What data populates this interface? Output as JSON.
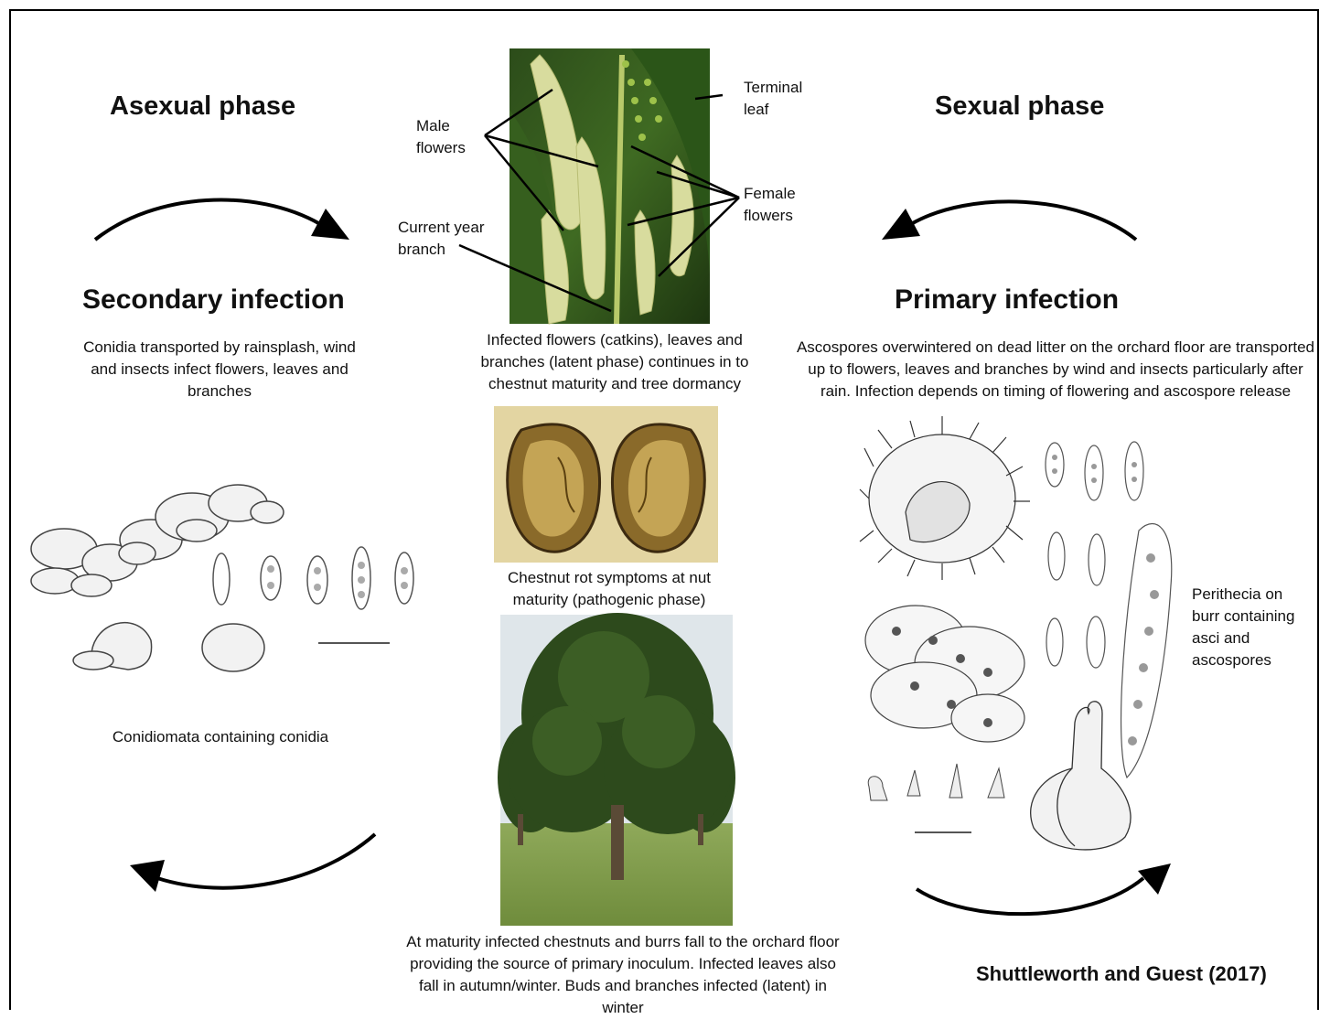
{
  "phases": {
    "asexual": "Asexual phase",
    "sexual": "Sexual phase"
  },
  "infections": {
    "secondary": {
      "title": "Secondary infection",
      "description": "Conidia transported by rainsplash, wind and insects infect flowers, leaves and branches"
    },
    "primary": {
      "title": "Primary infection",
      "description": "Ascospores overwintered on dead litter on the orchard floor are transported up to flowers, leaves and branches by wind and insects particularly after rain. Infection depends on timing of flowering and ascospore release"
    }
  },
  "flower_photo": {
    "labels": {
      "male": "Male flowers",
      "terminal": "Terminal leaf",
      "female": "Female flowers",
      "branch": "Current year branch"
    },
    "caption": "Infected flowers (catkins), leaves and branches (latent phase) continues in to chestnut maturity and tree dormancy"
  },
  "nut_photo": {
    "caption": "Chestnut rot symptoms at nut maturity (pathogenic phase)"
  },
  "tree_photo": {
    "caption": "At maturity infected chestnuts and burrs fall to the orchard floor providing the source of primary inoculum. Infected leaves also fall in autumn/winter. Buds and branches infected (latent) in winter"
  },
  "conidiomata": {
    "caption": "Conidiomata containing conidia"
  },
  "perithecia": {
    "caption": "Perithecia on burr containing asci and ascospores"
  },
  "credit": "Shuttleworth and Guest (2017)",
  "colors": {
    "leaf_dark": "#1f3d14",
    "leaf_mid": "#4f7a2a",
    "catkin": "#d9dca0",
    "nut_rot": "#8a6a2a",
    "grass": "#7d9a4a",
    "sky": "#dfe6ea"
  }
}
